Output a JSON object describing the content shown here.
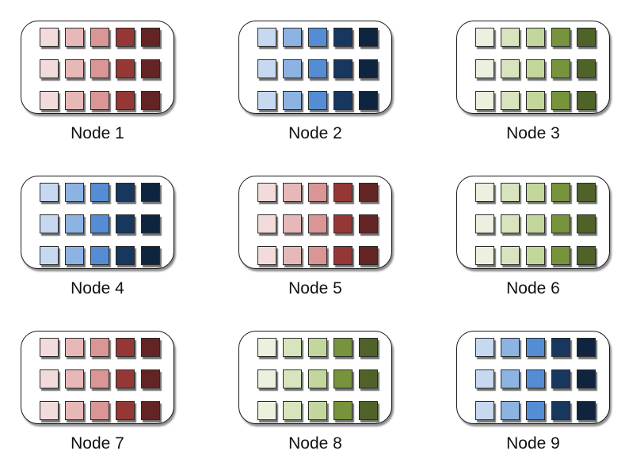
{
  "palettes": {
    "red": [
      "#f2dcdb",
      "#e6b9b8",
      "#d99694",
      "#953735",
      "#632523"
    ],
    "blue": [
      "#c6d9f1",
      "#8db3e2",
      "#548dd4",
      "#17375e",
      "#0f243e"
    ],
    "green": [
      "#ebf1de",
      "#d7e4bd",
      "#c3d69b",
      "#77933c",
      "#4f6228"
    ]
  },
  "nodes": [
    {
      "label": "Node 1",
      "palette": "red"
    },
    {
      "label": "Node 2",
      "palette": "blue"
    },
    {
      "label": "Node 3",
      "palette": "green"
    },
    {
      "label": "Node 4",
      "palette": "blue"
    },
    {
      "label": "Node 5",
      "palette": "red"
    },
    {
      "label": "Node 6",
      "palette": "green"
    },
    {
      "label": "Node 7",
      "palette": "red"
    },
    {
      "label": "Node 8",
      "palette": "green"
    },
    {
      "label": "Node 9",
      "palette": "blue"
    }
  ]
}
